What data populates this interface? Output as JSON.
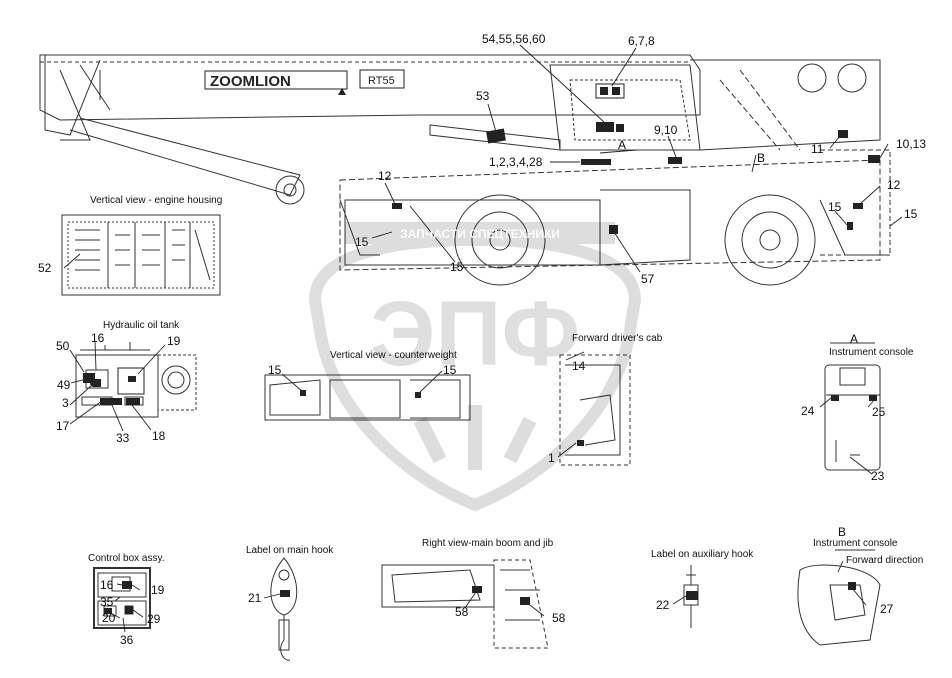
{
  "brand": {
    "name": "ZOOMLION",
    "model": "RT55"
  },
  "watermark": {
    "letters": "ЭПФ",
    "banner": "ЗАПЧАСТИ СПЕЦТЕХНИКИ"
  },
  "views": {
    "engine_housing": "Vertical view - engine housing",
    "hydraulic_tank": "Hydraulic oil tank",
    "counterweight": "Vertical view - counterweight",
    "drivers_cab": "Forward driver's cab",
    "section_a": "A",
    "instrument_console_a": "Instrument console",
    "control_box": "Control box assy.",
    "main_hook": "Label on main hook",
    "boom_jib": "Right view-main boom and jib",
    "aux_hook": "Label on auxiliary hook",
    "section_b": "B",
    "instrument_console_b": "Instrument console",
    "forward_direction": "Forward direction"
  },
  "callouts": {
    "c54": "54,55,56,60",
    "c678": "6,7,8",
    "c53": "53",
    "cA": "A",
    "c910": "9,10",
    "c1234": "1,2,3,4,28",
    "cB": "B",
    "c11": "11",
    "c1013": "10,13",
    "c12a": "12",
    "c12b": "12",
    "c15a": "15",
    "c15b": "15",
    "c15c": "15",
    "c15d": "15",
    "c57": "57",
    "c52": "52",
    "c50": "50",
    "c16a": "16",
    "c19a": "19",
    "c49": "49",
    "c3": "3",
    "c17": "17",
    "c33": "33",
    "c18": "18",
    "c15e": "15",
    "c15f": "15",
    "c14": "14",
    "c1": "1",
    "c24": "24",
    "c25": "25",
    "c23": "23",
    "c16b": "16",
    "c35": "35",
    "c19b": "19",
    "c20": "20",
    "c29": "29",
    "c36": "36",
    "c21": "21",
    "c58a": "58",
    "c58b": "58",
    "c22": "22",
    "c27": "27"
  }
}
